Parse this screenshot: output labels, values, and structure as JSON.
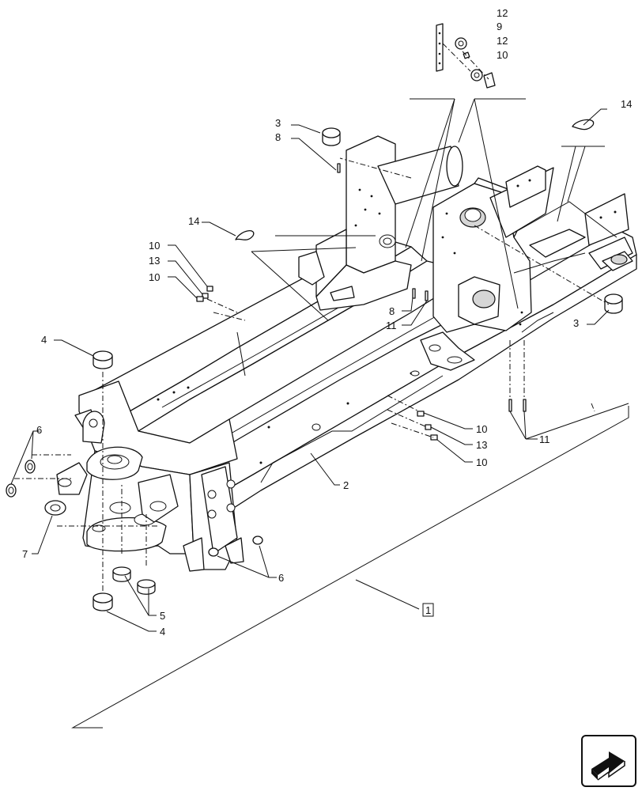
{
  "callouts": {
    "c12a": "12",
    "c9": "9",
    "c12b": "12",
    "c10top": "10",
    "c14right": "14",
    "c3top": "3",
    "c8top": "8",
    "c14left": "14",
    "c10a": "10",
    "c13left": "13",
    "c10b": "10",
    "c8mid": "8",
    "c11mid": "11",
    "c3right": "3",
    "c4top": "4",
    "c6left": "6",
    "c7": "7",
    "c2": "2",
    "c10c": "10",
    "c13right": "13",
    "c10d": "10",
    "c11right": "11",
    "c6bottom": "6",
    "c5": "5",
    "c4bottom": "4",
    "c1": "1"
  },
  "icons": {
    "corner": "view-direction-arrow-icon"
  }
}
